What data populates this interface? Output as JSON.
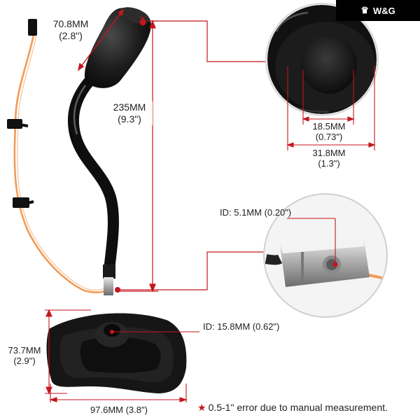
{
  "brand": {
    "logo_text": "W&G",
    "logo_mark": "crown-icon"
  },
  "shifter": {
    "knob_width_mm": "70.8MM",
    "knob_width_in": "(2.8\")",
    "length_mm": "235MM",
    "length_in": "(9.3\")"
  },
  "knob_detail": {
    "inner_mm": "18.5MM",
    "inner_in": "(0.73\")",
    "outer_mm": "31.8MM",
    "outer_in": "(1.3\")"
  },
  "bracket_detail": {
    "id_label": "ID: 5.1MM (0.20\")"
  },
  "boot": {
    "id_label": "ID: 15.8MM (0.62\")",
    "height_mm": "73.7MM",
    "height_in": "(2.9\")",
    "width_label": "97.6MM (3.8\")"
  },
  "note": {
    "text": "0.5-1\" error due to manual measurement."
  },
  "colors": {
    "accent_red": "#c4161c",
    "dim_line": "#c4161c",
    "wire": "#f29a56",
    "rubber": "#151515"
  }
}
